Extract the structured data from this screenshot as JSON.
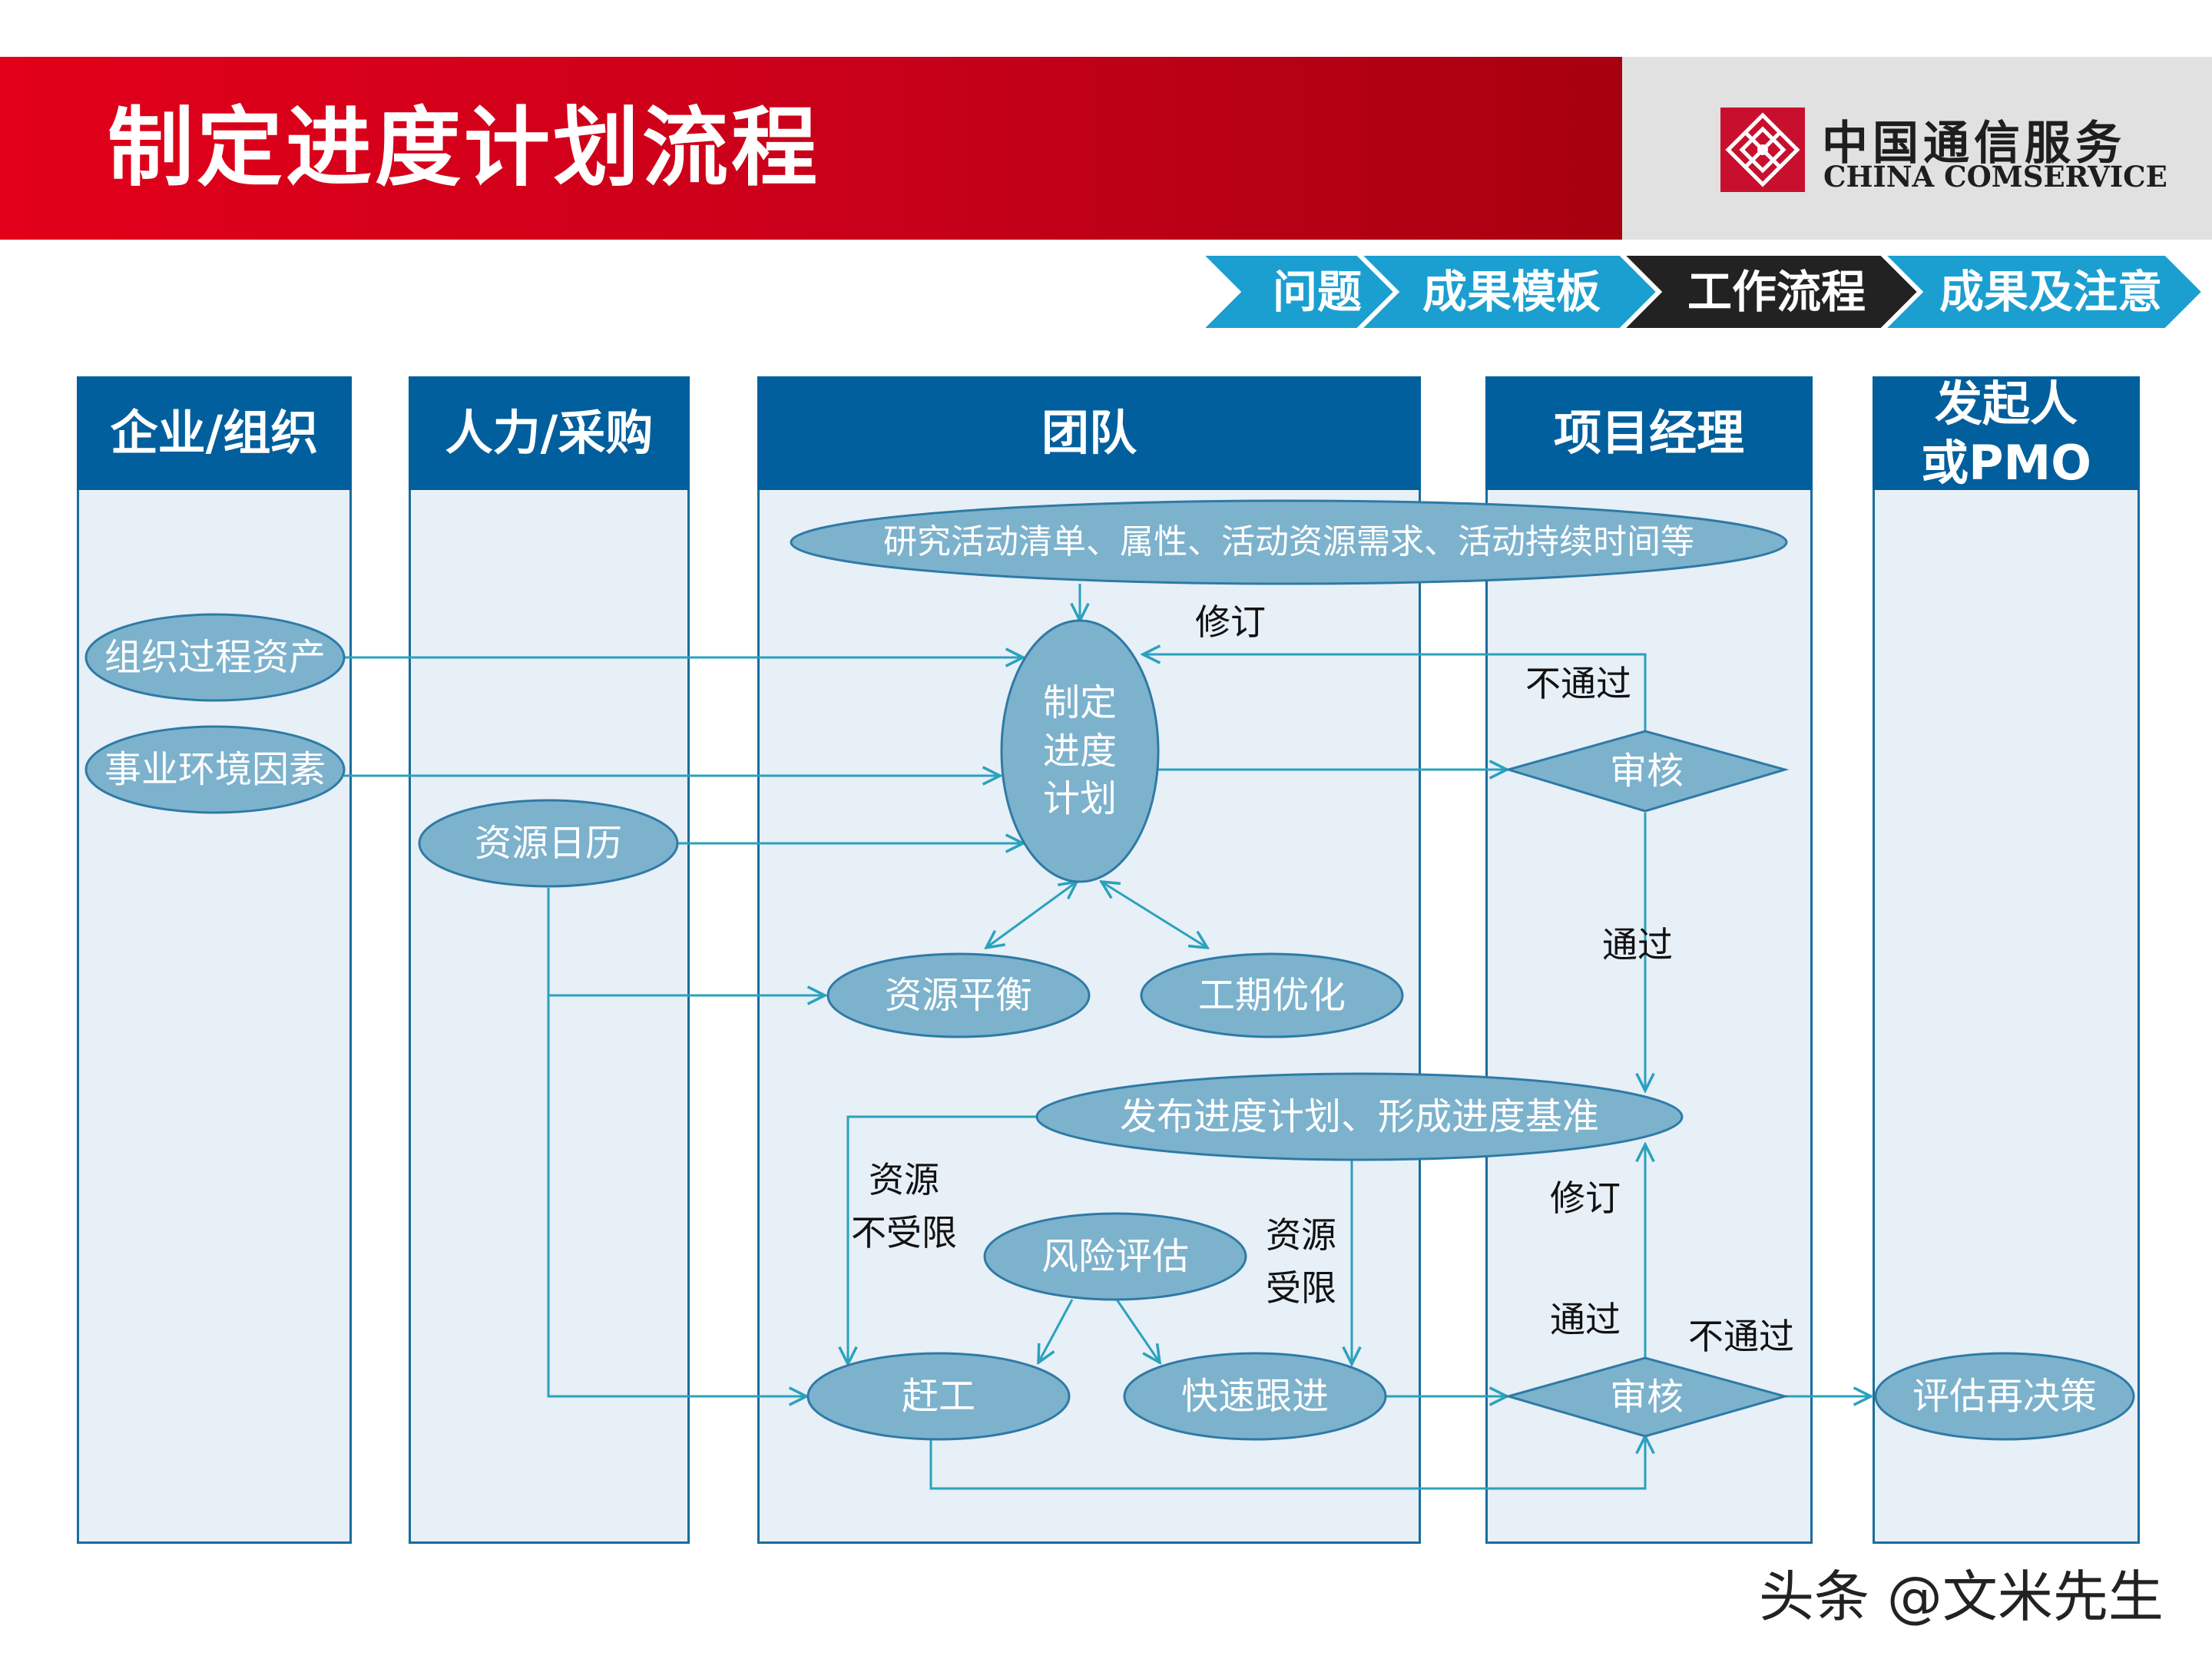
{
  "header": {
    "title": "制定进度计划流程",
    "logo_cn": "中国通信服务",
    "logo_en": "CHINA COMSERVICE"
  },
  "steps": [
    "问题",
    "成果模板",
    "工作流程",
    "成果及注意"
  ],
  "active_step": "工作流程",
  "colors": {
    "banner_red": "#d0001a",
    "chevron_blue": "#1b9fd0",
    "chevron_active": "#222222",
    "lane_header": "#005f9c",
    "lane_body": "#e7eff7",
    "node_fill": "#7db2cd",
    "node_stroke": "#2e7aa6",
    "arrow": "#2aa2bd"
  },
  "lanes": [
    {
      "title": "企业/组织"
    },
    {
      "title": "人力/采购"
    },
    {
      "title": "团队"
    },
    {
      "title": "项目经理"
    },
    {
      "title": "发起人\n或PMO"
    }
  ],
  "nodes": {
    "study": "研究活动清单、属性、活动资源需求、活动持续时间等",
    "org_assets": "组织过程资产",
    "env_factors": "事业环境因素",
    "resource_calendar": "资源日历",
    "make_plan": "制定\n进度\n计划",
    "review1": "审核",
    "resource_leveling": "资源平衡",
    "duration_opt": "工期优化",
    "publish": "发布进度计划、形成进度基准",
    "risk": "风险评估",
    "crashing": "赶工",
    "fast_track": "快速跟进",
    "review2": "审核",
    "reassess": "评估再决策"
  },
  "notes": {
    "revise1": "修订",
    "fail1": "不通过",
    "pass1": "通过",
    "unlimited": "资源\n不受限",
    "limited": "资源\n受限",
    "revise2": "修订",
    "pass2": "通过",
    "fail2": "不通过"
  },
  "watermark": "头条 @文米先生"
}
